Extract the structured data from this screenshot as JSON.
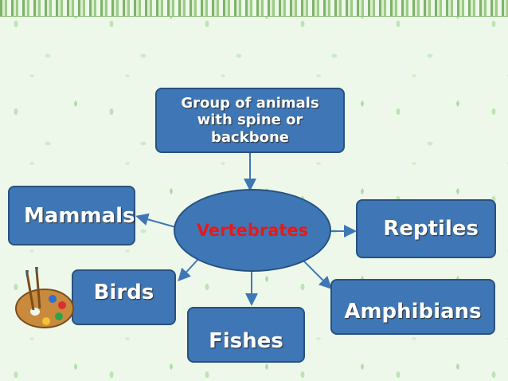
{
  "colors": {
    "node_fill": "#3f77b6",
    "node_border": "#27527f",
    "center_text": "#e21b1b",
    "node_text": "#ffffff",
    "arrow": "#3f77b6"
  },
  "diagram": {
    "center": "Vertebrates",
    "top": "Group of animals with spine or backbone",
    "mammals": "Mammals",
    "reptiles": "Reptiles",
    "birds": "Birds",
    "fishes": "Fishes",
    "amphibians": "Amphibians"
  }
}
